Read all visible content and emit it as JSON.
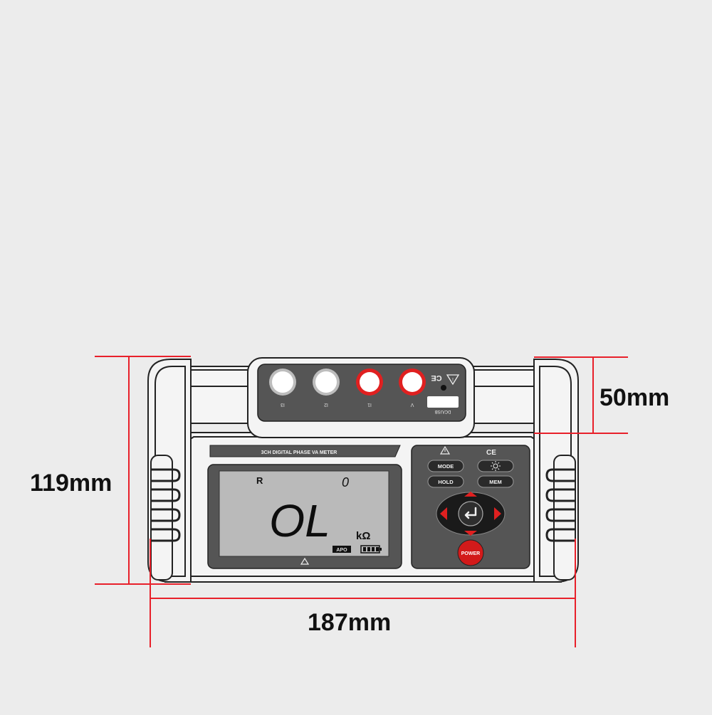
{
  "dimensions": {
    "height_total": "119mm",
    "depth_top": "50mm",
    "width_total": "187mm"
  },
  "device": {
    "model_label": "3CH DIGITAL PHASE VA METER",
    "port_label": "DC/USB",
    "terminal_labels": [
      "I3",
      "I2",
      "I1",
      "V"
    ],
    "lcd": {
      "mode_indicator": "R",
      "range_digit": "0",
      "main_reading": "OL",
      "unit": "kΩ",
      "apo_label": "APO"
    },
    "buttons": {
      "mode": "MODE",
      "hold": "HOLD",
      "mem": "MEM",
      "power": "POWER"
    },
    "icons": [
      "warning-icon",
      "ce-mark-icon",
      "backlight-icon",
      "enter-icon",
      "battery-icon"
    ]
  },
  "colors": {
    "dimension_line": "#e8202a",
    "terminal_ring": "#e02020",
    "panel_dark": "#555555",
    "lcd_bg": "#b8b8b8",
    "button_dark": "#2a2a2a",
    "nav_arrow": "#e02020",
    "power_button": "#d21a1a",
    "background": "#ececec"
  }
}
